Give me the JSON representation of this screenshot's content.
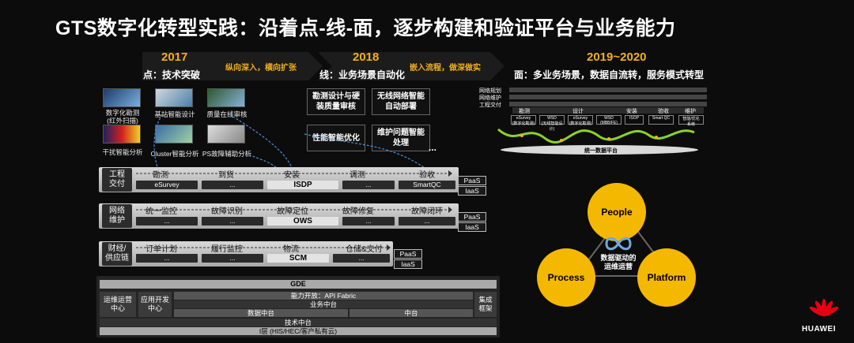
{
  "title": "GTS数字化转型实践：沿着点-线-面，逐步构建和验证平台与业务能力",
  "phases": [
    {
      "year": "2017",
      "label": "点：技术突破",
      "tag": "纵向深入，横向扩张"
    },
    {
      "year": "2018",
      "label": "线：业务场景自动化",
      "tag": "嵌入流程，做深做实"
    },
    {
      "year": "2019~2020",
      "label": "面：多业务场景，数据自流转，服务模式转型"
    }
  ],
  "tech_items": [
    "数字化勘测\n(红外扫描)",
    "基站智能设计",
    "质量在线审核",
    "干扰智能分析",
    "Cluster智能分析",
    "PS故障辅助分析"
  ],
  "auto_items": [
    "勘测设计与硬装质量审核",
    "无线网络智能自动部署",
    "性能智能优化",
    "维护问题智能处理",
    "..."
  ],
  "rows": [
    {
      "label": "工程\n交付",
      "stages": [
        "勘测",
        "到货",
        "安装",
        "调测",
        "验收"
      ],
      "systems": [
        "eSurvey",
        "...",
        "ISDP",
        "...",
        "SmartQC"
      ],
      "hl": 2,
      "layers": [
        "PaaS",
        "IaaS"
      ]
    },
    {
      "label": "网络\n维护",
      "stages": [
        "统一监控",
        "故障识别",
        "故障定位",
        "故障修复",
        "故障闭环"
      ],
      "systems": [
        "...",
        "...",
        "OWS",
        "...",
        "..."
      ],
      "hl": 2,
      "layers": [
        "PaaS",
        "IaaS"
      ]
    },
    {
      "label": "财经/\n供应链",
      "stages": [
        "订单计划",
        "履行监控",
        "物流",
        "仓储&交付"
      ],
      "systems": [
        "...",
        "...",
        "SCM",
        "..."
      ],
      "hl": 2,
      "layers": [
        "PaaS",
        "IaaS"
      ]
    }
  ],
  "platform": {
    "gde": "GDE",
    "ops_center": "运维运营\n中心",
    "app_center": "应用开发\n中心",
    "api": "能力开放：API Fabric",
    "business_center": "业务中台",
    "data_center": "数据中台",
    "middle": "中台",
    "integration": "集成\n框架",
    "tech_center": "技术中台",
    "infra": "I层 (HIS/HEC/客户私有云)"
  },
  "timeline_2020": {
    "rows": [
      "网络规划",
      "网络维护",
      "工程交付"
    ],
    "stages": [
      "勘测",
      "设计",
      "安装",
      "验收",
      "维护"
    ],
    "tools": [
      "eSurvey\n(数字化勘测)",
      "WSD\n(无线智能设计)",
      "eSurvey\n(数字化勘测)",
      "WSD\n(MBB/FE)",
      "ISOP",
      "Smart QC",
      "智能/优化\n系统"
    ],
    "platform": "统一数据平台"
  },
  "triangle": {
    "people": "People",
    "process": "Process",
    "platform": "Platform",
    "center": "数据驱动的\n运维运营"
  },
  "brand": "HUAWEI",
  "colors": {
    "accent": "#f2b01e",
    "circle": "#f5b800",
    "logo": "#e60012"
  }
}
